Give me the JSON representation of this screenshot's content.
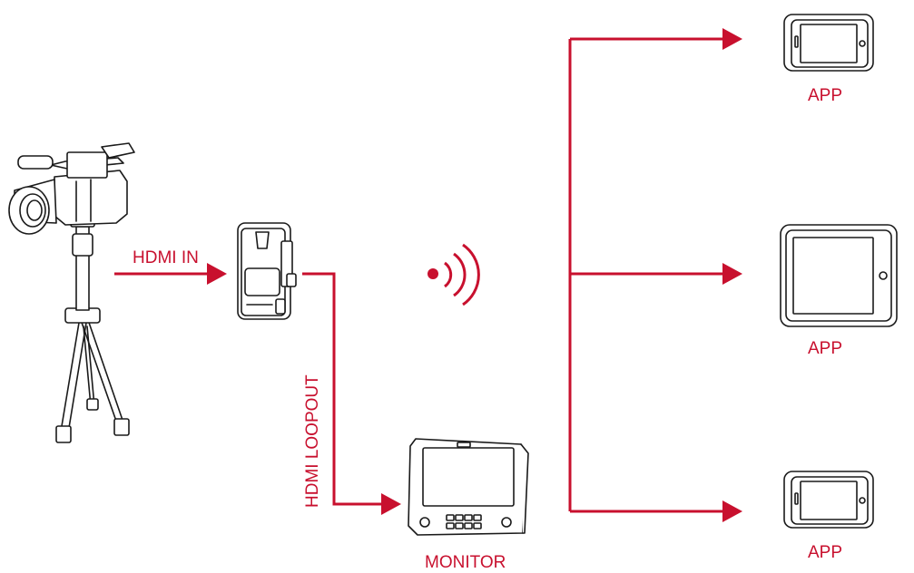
{
  "labels": {
    "hdmi_in": "HDMI IN",
    "hdmi_loopout": "HDMI LOOPOUT",
    "monitor": "MONITOR",
    "app_phone_top": "APP",
    "app_tablet": "APP",
    "app_phone_bottom": "APP"
  },
  "icons": {
    "camera": "camcorder-on-tripod-icon",
    "transmitter": "wireless-transmitter-icon",
    "wireless": "wireless-signal-icon",
    "monitor": "field-monitor-icon",
    "phone_top": "smartphone-icon",
    "tablet": "tablet-icon",
    "phone_bottom": "smartphone-icon"
  },
  "colors": {
    "accent": "#c8102e",
    "outline": "#1a1a1a"
  }
}
